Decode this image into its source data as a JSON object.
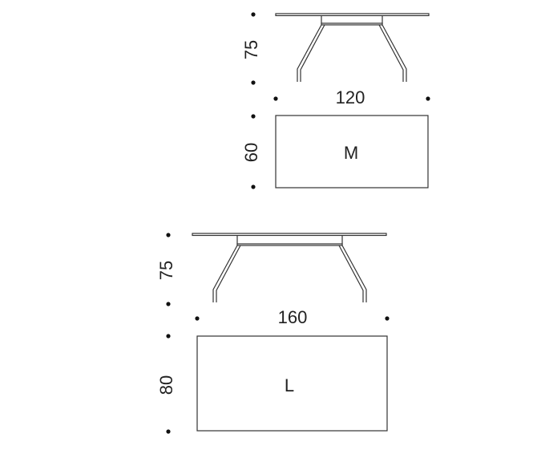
{
  "tables": [
    {
      "size_label": "M",
      "height": "75",
      "width": "120",
      "depth": "60"
    },
    {
      "size_label": "L",
      "height": "75",
      "width": "160",
      "depth": "80"
    }
  ],
  "colors": {
    "line": "#333333",
    "dot": "#111111",
    "text": "#222222"
  }
}
